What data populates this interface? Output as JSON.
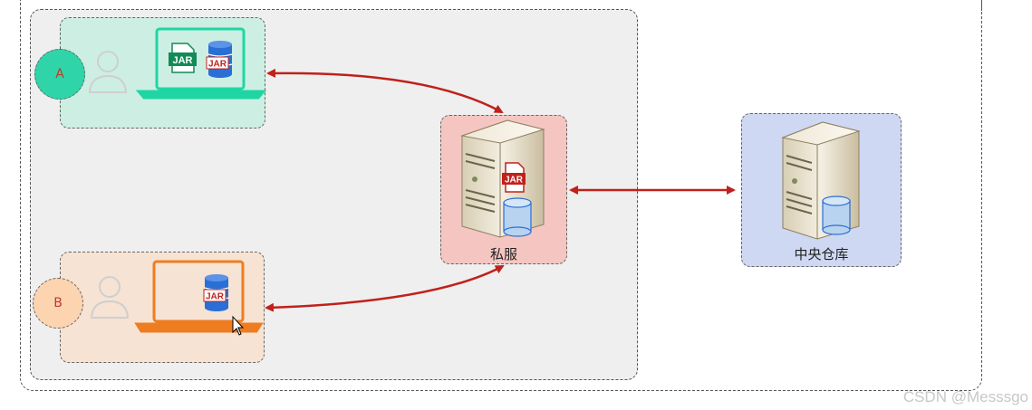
{
  "nodes": {
    "developer_a": {
      "badge": "A",
      "color": "#2fd5a8"
    },
    "developer_b": {
      "badge": "B",
      "color": "#f39c4a"
    },
    "private_server": {
      "label": "私服"
    },
    "central_repo": {
      "label": "中央仓库"
    }
  },
  "icons": {
    "jar_text": "JAR"
  },
  "colors": {
    "arrow": "#c0211b",
    "laptop_a": "#1fd6a3",
    "laptop_b": "#ee7d22",
    "db_blue": "#2a6fd6"
  },
  "watermark": "CSDN @Messsgo"
}
